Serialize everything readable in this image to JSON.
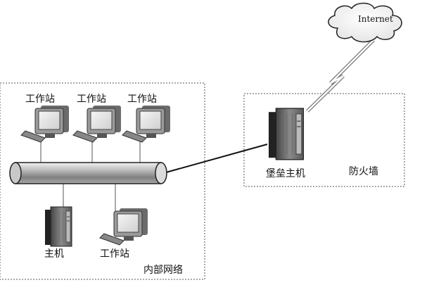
{
  "diagram": {
    "internet": "Internet",
    "firewall": "防火墙",
    "bastion_host": "堡垒主机",
    "internal_network": "内部网络",
    "host": "主机",
    "workstation_label": "工作站",
    "workstations_top": [
      "工作站",
      "工作站",
      "工作站"
    ],
    "workstation_bottom": "工作站"
  }
}
